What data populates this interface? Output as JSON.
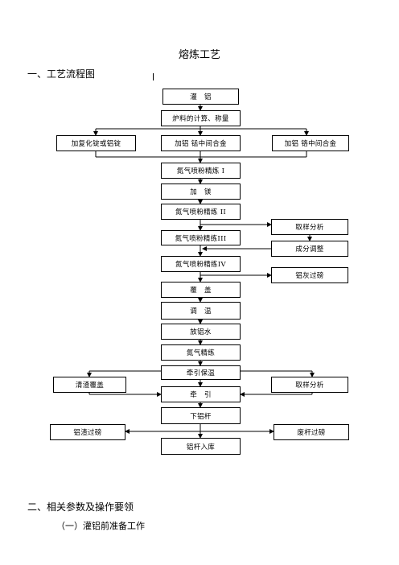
{
  "doc": {
    "title": "熔炼工艺",
    "section1": "一、工艺流程图",
    "section2": "二、相关参数及操作要领",
    "subsection1": "（一）灌铝前准备工作"
  },
  "flow": {
    "guanlv": "灌   铝",
    "calc": "炉料的计算、称量",
    "fuhua": "加复化锭或铝锭",
    "meng": "加铝 锰中间合金",
    "ge": "加铝 铬中间合金",
    "refine1": "氮气喷粉精炼 I",
    "jiamei": "加   镁",
    "refine2": "氮气喷粉精练 II",
    "sample1": "取样分析",
    "refine3": "氮气喷粉精练III",
    "adjust": "成分调整",
    "refine4": "氮气喷粉精练IV",
    "ashfilter": "铝灰过磅",
    "cover": "覆   盖",
    "temp": "调   温",
    "tap": "放铝水",
    "n2refine": "氮气精练",
    "hold": "牵引保温",
    "slag": "清渣覆盖",
    "sample2": "取样分析",
    "draw": "牵   引",
    "rod": "下铝杆",
    "slagweigh": "铝渣过磅",
    "scrapweigh": "废杆过磅",
    "store": "铝杆入库"
  }
}
